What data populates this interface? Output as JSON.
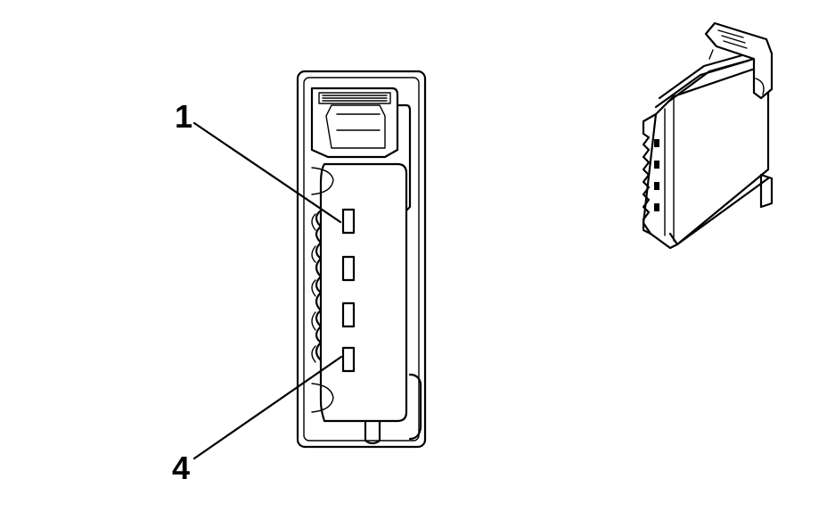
{
  "diagram": {
    "callouts": [
      {
        "id": "1",
        "label": "1"
      },
      {
        "id": "4",
        "label": "4"
      }
    ]
  }
}
